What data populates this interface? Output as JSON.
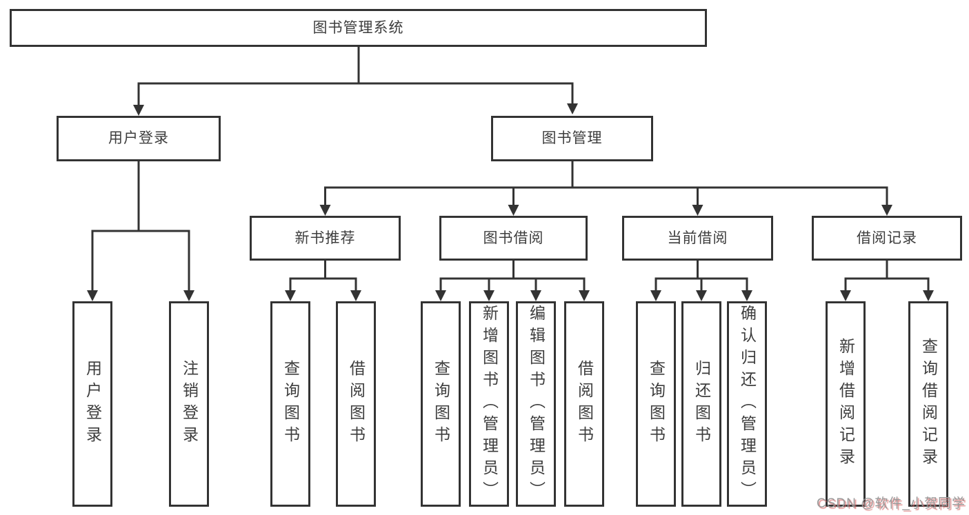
{
  "tree": {
    "root": "图书管理系统",
    "branches": [
      {
        "label": "用户登录",
        "children": [
          {
            "label": "用户登录"
          },
          {
            "label": "注销登录"
          }
        ]
      },
      {
        "label": "图书管理",
        "children": [
          {
            "label": "新书推荐",
            "children": [
              {
                "label": "查询图书"
              },
              {
                "label": "借阅图书"
              }
            ]
          },
          {
            "label": "图书借阅",
            "children": [
              {
                "label": "查询图书"
              },
              {
                "label": "新增图书（管理员）"
              },
              {
                "label": "编辑图书（管理员）"
              },
              {
                "label": "借阅图书"
              }
            ]
          },
          {
            "label": "当前借阅",
            "children": [
              {
                "label": "查询图书"
              },
              {
                "label": "归还图书"
              },
              {
                "label": "确认归还（管理员）"
              }
            ]
          },
          {
            "label": "借阅记录",
            "children": [
              {
                "label": "新增借阅记录"
              },
              {
                "label": "查询借阅记录"
              }
            ]
          }
        ]
      }
    ]
  },
  "watermark": {
    "text": "CSDN @软件_小贺同学"
  },
  "colors": {
    "line": "#333333",
    "text": "#3d3d3d",
    "watermark_gray": "#9a9a9a",
    "watermark_red": "#d66868",
    "background": "#ffffff"
  }
}
